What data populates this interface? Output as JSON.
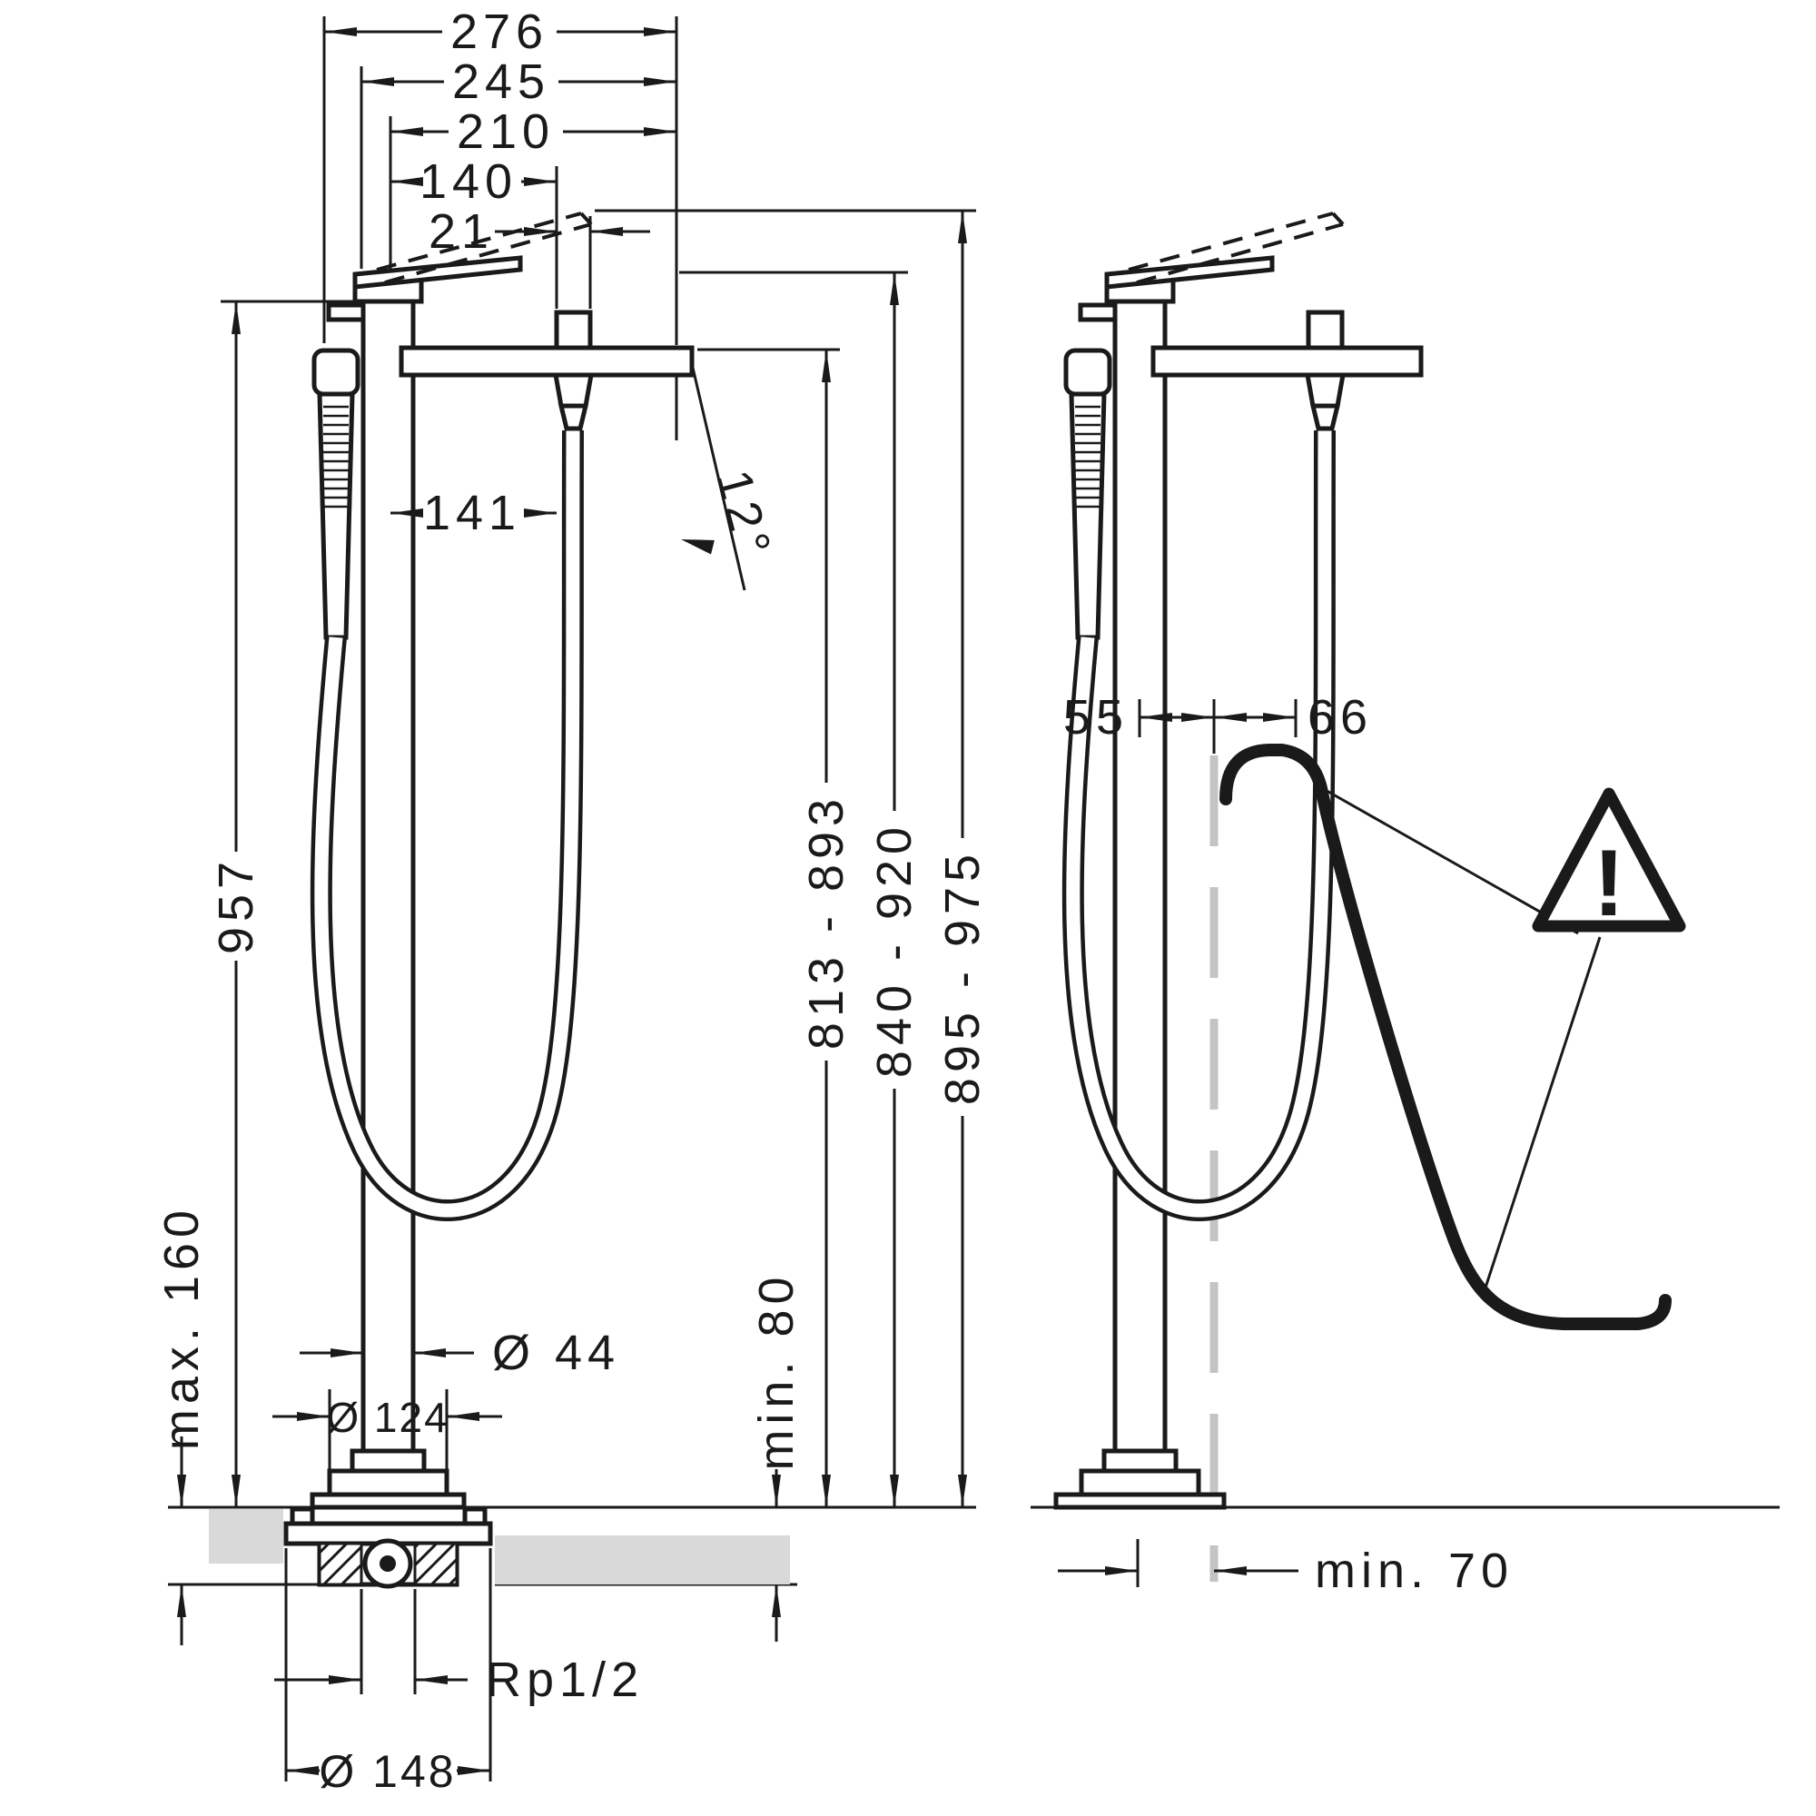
{
  "colors": {
    "line": "#1a1a1a",
    "floor": "#d9d9d9",
    "guide": "#c4c4c4"
  },
  "front_view": {
    "dim_276": "276",
    "dim_245": "245",
    "dim_210": "210",
    "dim_140": "140",
    "dim_21": "21",
    "dim_957": "957",
    "dim_141": "141",
    "angle_12": "12°",
    "dim_813_893": "813 - 893",
    "dim_840_920": "840 - 920",
    "dim_895_975": "895 - 975",
    "dim_max_160": "max. 160",
    "dim_dia_44": "Ø 44",
    "dim_dia_124": "Ø 124",
    "dim_min_80": "min. 80",
    "dim_rp_half": "Rp1/2",
    "dim_dia_148": "Ø 148"
  },
  "side_view": {
    "dim_55": "55",
    "dim_66": "66",
    "dim_min_70": "min. 70",
    "warning_mark": "!"
  }
}
